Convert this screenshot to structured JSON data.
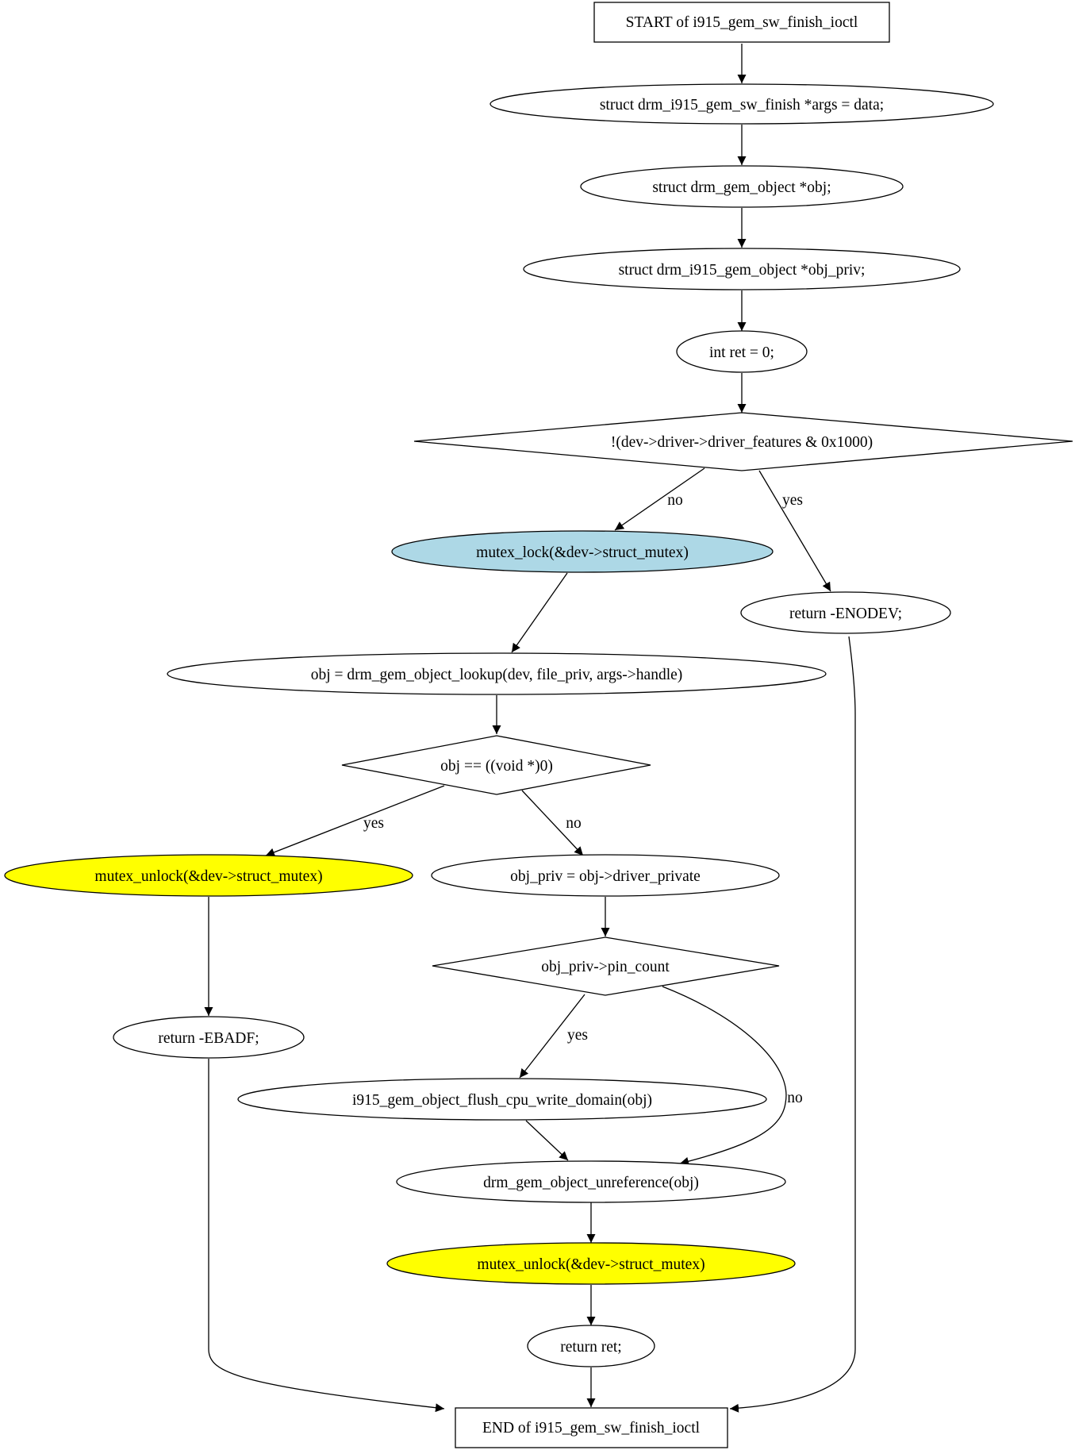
{
  "colors": {
    "default_fill": "#ffffff",
    "lock_fill": "#add8e6",
    "unlock_fill": "#ffff00",
    "stroke": "#000000"
  },
  "nodes": {
    "start": "START of i915_gem_sw_finish_ioctl",
    "decl_args": "struct drm_i915_gem_sw_finish *args = data;",
    "decl_obj": "struct drm_gem_object *obj;",
    "decl_obj_priv": "struct drm_i915_gem_object *obj_priv;",
    "decl_ret": "int ret = 0;",
    "check_features": "!(dev->driver->driver_features & 0x1000)",
    "mutex_lock": "mutex_lock(&dev->struct_mutex)",
    "return_enodev": "return -ENODEV;",
    "lookup": "obj = drm_gem_object_lookup(dev, file_priv, args->handle)",
    "check_null": "obj == ((void *)0)",
    "unlock_left": "mutex_unlock(&dev->struct_mutex)",
    "assign_priv": "obj_priv = obj->driver_private",
    "return_ebadf": "return -EBADF;",
    "check_pin": "obj_priv->pin_count",
    "flush": "i915_gem_object_flush_cpu_write_domain(obj)",
    "unreference": "drm_gem_object_unreference(obj)",
    "unlock_right": "mutex_unlock(&dev->struct_mutex)",
    "return_ret": "return ret;",
    "end": "END of i915_gem_sw_finish_ioctl"
  },
  "edges": {
    "features_no": "no",
    "features_yes": "yes",
    "null_yes": "yes",
    "null_no": "no",
    "pin_yes": "yes",
    "pin_no": "no"
  }
}
